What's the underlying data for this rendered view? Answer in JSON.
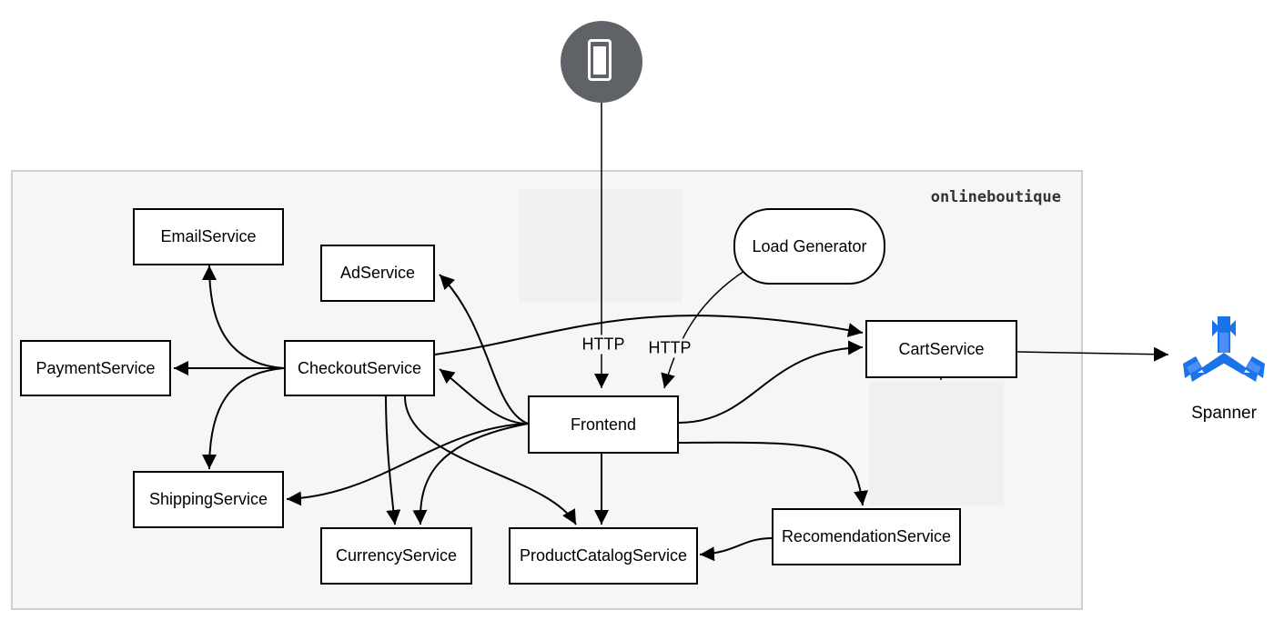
{
  "cluster": {
    "label": "onlineboutique"
  },
  "services": {
    "email": "EmailService",
    "ad": "AdService",
    "load_generator": "Load Generator",
    "payment": "PaymentService",
    "checkout": "CheckoutService",
    "cart": "CartService",
    "frontend": "Frontend",
    "shipping": "ShippingService",
    "currency": "CurrencyService",
    "product_catalog": "ProductCatalogService",
    "recommendation": "RecomendationService"
  },
  "edge_labels": {
    "user_http": "HTTP",
    "loadgen_http": "HTTP"
  },
  "external": {
    "spanner_label": "Spanner"
  },
  "colors": {
    "device": "#5f6368",
    "spanner": "#1a73e8",
    "cluster_bg": "#f6f6f6"
  }
}
